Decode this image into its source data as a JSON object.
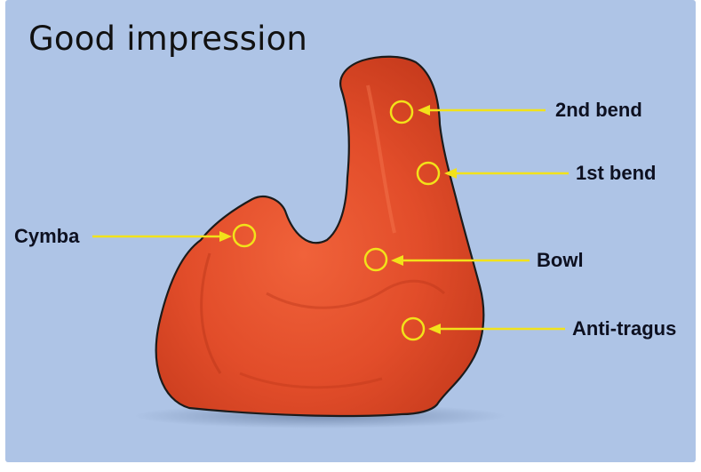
{
  "title": "Good impression",
  "labels": {
    "second_bend": "2nd bend",
    "first_bend": "1st bend",
    "cymba": "Cymba",
    "bowl": "Bowl",
    "anti_tragus": "Anti-tragus"
  },
  "colors": {
    "background": "#aec4e6",
    "impression": "#e8522e",
    "marker": "#f2e21a",
    "text": "#0d1020"
  }
}
